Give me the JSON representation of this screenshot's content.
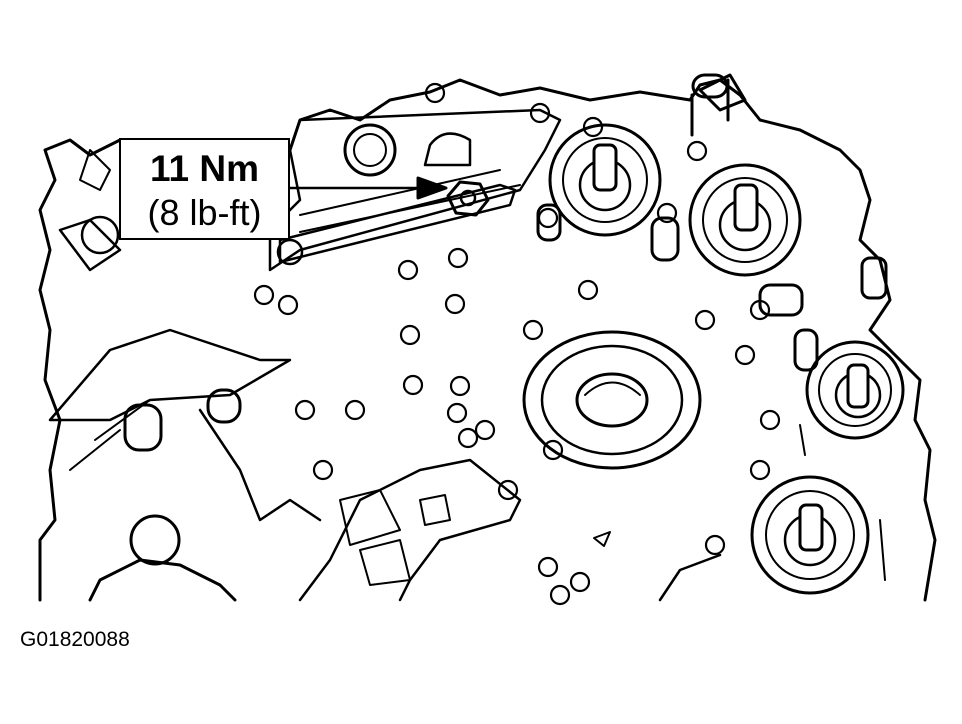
{
  "callout": {
    "torque_metric": "11 Nm",
    "torque_imperial": "(8 lb-ft)"
  },
  "figure_id": "G01820088",
  "colors": {
    "ink": "#000000",
    "paper": "#ffffff"
  }
}
